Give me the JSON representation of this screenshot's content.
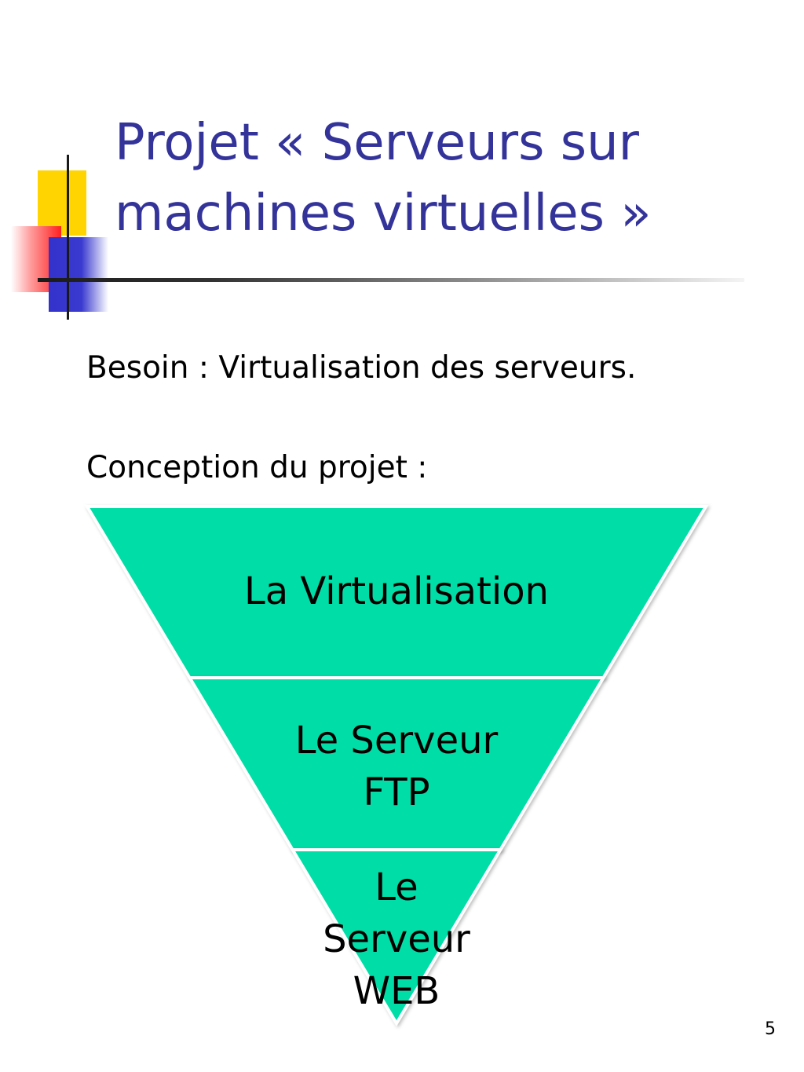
{
  "slide": {
    "title_lines": [
      "Projet « Serveurs sur",
      "machines virtuelles »"
    ],
    "body_lines": [
      "Besoin : Virtualisation des serveurs.",
      "Conception du projet :"
    ],
    "page_number": "5"
  },
  "diagram": {
    "type": "inverted-pyramid",
    "fill_color": "#00DDA6",
    "border_color": "#FFFFFF",
    "tiers": [
      {
        "lines": [
          "La Virtualisation"
        ]
      },
      {
        "lines": [
          "Le Serveur",
          "FTP"
        ]
      },
      {
        "lines": [
          "Le",
          "Serveur",
          "WEB"
        ]
      }
    ]
  },
  "theme": {
    "title_color": "#33339A"
  }
}
